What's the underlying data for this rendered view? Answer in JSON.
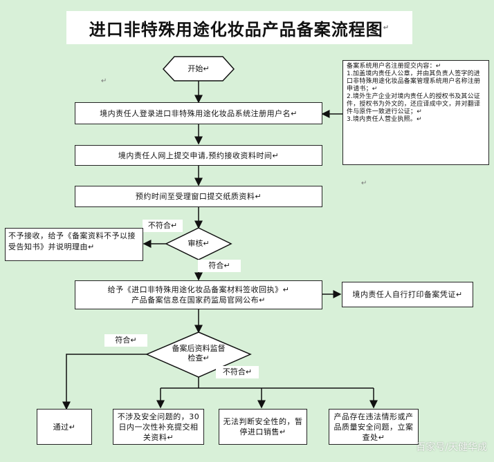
{
  "title": "进口非特殊用途化妆品产品备案流程图",
  "title_mark": "↵",
  "start": "开始↵",
  "step1": "境内责任人登录进口非特殊用途化妆品系统注册用户名↵",
  "step2": "境内责任人网上提交申请,预约接收资料时间↵",
  "step3": "预约时间至受理窗口提交纸质资料↵",
  "review": "审核↵",
  "reject_label": "不符合↵",
  "reject_box": "不予接收，给予《备案资料不予以接受告知书》并说明理由↵",
  "pass_label": "符合↵",
  "step4_line1": "给予《进口非特殊用途化妆品备案材料签收回执》↵",
  "step4_line2": "产品备案信息在国家药监局官网公布↵",
  "print_box": "境内责任人自行打印备案凭证↵",
  "supervise": "备案后资料监督检查↵",
  "supervise_pass": "符合↵",
  "supervise_fail": "不符合↵",
  "outcome1": "通过↵",
  "outcome2": "不涉及安全问题的，30日内一次性补充提交相关资料↵",
  "outcome3": "无法判断安全性的，暂停进口销售↵",
  "outcome4": "产品存在违法情形或产品质量安全问题，立案查处↵",
  "notes": {
    "heading": "备案系统用户名注册提交内容：↵",
    "item1": "1.加盖境内责任人公章，并由其负责人签字的进口非特殊用途化妆品备案管理系统用户名称注册申请书；↵",
    "item2": "2.境外生产企业对境内责任人的授权书及其公证件，授权书为外文的，还应译成中文，并对翻译件与原件一致进行公证；↵",
    "item3": "3.境内责任人营业执照。↵"
  },
  "stray_mark": "↵",
  "watermark": "百家号/天健华成"
}
